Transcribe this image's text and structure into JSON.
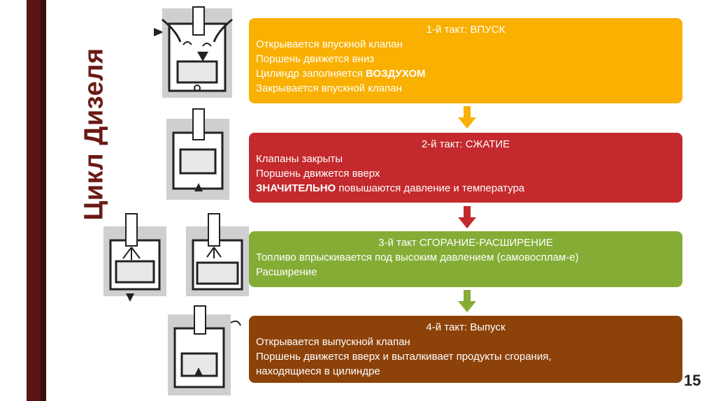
{
  "title": "Цикл Дизеля",
  "page_number": "15",
  "strokes": [
    {
      "heading": "1-й такт: ВПУСК",
      "lines": [
        {
          "text": "Открывается впускной клапан"
        },
        {
          "text": "Поршень движется вниз"
        },
        {
          "pre": "Цилиндр заполняется ",
          "bold": "ВОЗДУХОМ",
          "post": ""
        },
        {
          "text": "Закрывается впускной клапан"
        }
      ],
      "color": "#f9b000"
    },
    {
      "heading": "2-й такт: СЖАТИЕ",
      "lines": [
        {
          "text": "Клапаны закрыты"
        },
        {
          "text": "Поршень движется вверх"
        },
        {
          "pre": "",
          "bold": "ЗНАЧИТЕЛЬНО",
          "post": " повышаются давление и температура"
        }
      ],
      "color": "#c42a2d"
    },
    {
      "heading": "3-й такт СГОРАНИЕ-РАСШИРЕНИЕ",
      "lines": [
        {
          "text": "Топливо впрыскивается под высоким давлением (самовосплам-е)"
        },
        {
          "text": "Расширение"
        }
      ],
      "color": "#85ad36"
    },
    {
      "heading": "4-й такт: Выпуск",
      "lines": [
        {
          "text": "Открывается выпускной клапан"
        },
        {
          "text": "Поршень движется вверх и выталкивает продукты сгорания,"
        },
        {
          "text": "находящиеся в цилиндре"
        }
      ],
      "color": "#8c4209"
    }
  ]
}
